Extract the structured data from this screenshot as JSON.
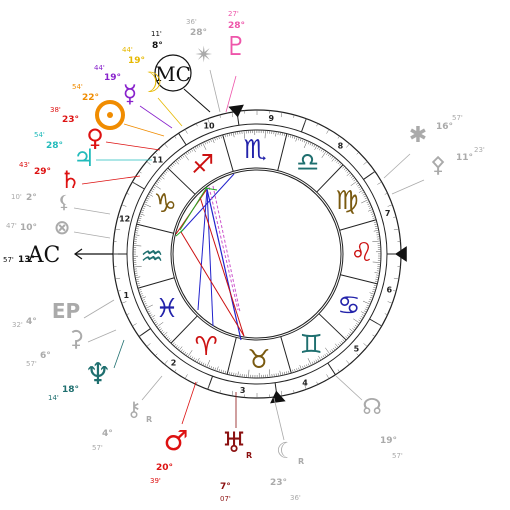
{
  "angles": {
    "ac": {
      "deg": "13°",
      "min": "57'",
      "label": "AC"
    },
    "mc": {
      "deg": "8°",
      "min": "11'",
      "label": "MC"
    }
  },
  "house_numbers": [
    "1",
    "2",
    "3",
    "4",
    "5",
    "6",
    "7",
    "8",
    "9",
    "10",
    "11",
    "12"
  ],
  "signs": [
    {
      "name": "aquarius",
      "glyph": "♒",
      "color": "#1f6f6f"
    },
    {
      "name": "pisces",
      "glyph": "♓",
      "color": "#2222aa"
    },
    {
      "name": "aries",
      "glyph": "♈",
      "color": "#cc1111"
    },
    {
      "name": "taurus",
      "glyph": "♉",
      "color": "#7a5a10"
    },
    {
      "name": "gemini",
      "glyph": "♊",
      "color": "#1f6f6f"
    },
    {
      "name": "cancer",
      "glyph": "♋",
      "color": "#2222aa"
    },
    {
      "name": "leo",
      "glyph": "♌",
      "color": "#cc1111"
    },
    {
      "name": "virgo",
      "glyph": "♍",
      "color": "#7a5a10"
    },
    {
      "name": "libra",
      "glyph": "♎",
      "color": "#1f6f6f"
    },
    {
      "name": "scorpio",
      "glyph": "♏",
      "color": "#2222aa"
    },
    {
      "name": "sagittarius",
      "glyph": "♐",
      "color": "#cc1111"
    },
    {
      "name": "capricorn",
      "glyph": "♑",
      "color": "#7a5a10"
    }
  ],
  "planets": [
    {
      "name": "pluto",
      "glyph": "♇",
      "color": "#ee55aa",
      "deg": "28°",
      "min": "27'",
      "retro": ""
    },
    {
      "name": "neptune-top",
      "glyph": "✴",
      "color": "#aaaaaa",
      "deg": "28°",
      "min": "36'",
      "retro": ""
    },
    {
      "name": "moon",
      "glyph": "☽",
      "color": "#e6b800",
      "deg": "19°",
      "min": "44'",
      "retro": ""
    },
    {
      "name": "mercury",
      "glyph": "☿",
      "color": "#8822cc",
      "deg": "19°",
      "min": "44'",
      "retro": ""
    },
    {
      "name": "sun",
      "glyph": "☉",
      "color": "#f08c00",
      "deg": "22°",
      "min": "54'",
      "retro": ""
    },
    {
      "name": "venus",
      "glyph": "♀",
      "color": "#dd1111",
      "deg": "23°",
      "min": "38'",
      "retro": ""
    },
    {
      "name": "jupiter",
      "glyph": "♃",
      "color": "#22bbbb",
      "deg": "28°",
      "min": "54'",
      "retro": ""
    },
    {
      "name": "saturn",
      "glyph": "♄",
      "color": "#dd1111",
      "deg": "29°",
      "min": "43'",
      "retro": ""
    },
    {
      "name": "lilith",
      "glyph": "⚸",
      "color": "#aaaaaa",
      "deg": "2°",
      "min": "10'",
      "retro": ""
    },
    {
      "name": "part-of-fortune",
      "glyph": "⊗",
      "color": "#aaaaaa",
      "deg": "10°",
      "min": "47'",
      "retro": ""
    },
    {
      "name": "east-point",
      "glyph": "EP",
      "color": "#aaaaaa",
      "deg": "4°",
      "min": "32'",
      "retro": ""
    },
    {
      "name": "vertex",
      "glyph": "⚳",
      "color": "#aaaaaa",
      "deg": "6°",
      "min": "57'",
      "retro": ""
    },
    {
      "name": "neptune",
      "glyph": "♆",
      "color": "#1f6f6f",
      "deg": "18°",
      "min": "14'",
      "retro": ""
    },
    {
      "name": "chiron",
      "glyph": "⚷",
      "color": "#aaaaaa",
      "deg": "4°",
      "min": "57'",
      "retro": "R"
    },
    {
      "name": "mars",
      "glyph": "♂",
      "color": "#dd1111",
      "deg": "20°",
      "min": "39'",
      "retro": ""
    },
    {
      "name": "uranus",
      "glyph": "♅",
      "color": "#8b1010",
      "deg": "7°",
      "min": "07'",
      "retro": "R"
    },
    {
      "name": "lunar-node",
      "glyph": "☾",
      "color": "#aaaaaa",
      "deg": "23°",
      "min": "36'",
      "retro": "R"
    },
    {
      "name": "south-node",
      "glyph": "☊",
      "color": "#aaaaaa",
      "deg": "19°",
      "min": "57'",
      "retro": ""
    },
    {
      "name": "selena",
      "glyph": "✱",
      "color": "#aaaaaa",
      "deg": "16°",
      "min": "57'",
      "retro": ""
    },
    {
      "name": "ceres",
      "glyph": "⚴",
      "color": "#aaaaaa",
      "deg": "11°",
      "min": "23'",
      "retro": ""
    }
  ]
}
